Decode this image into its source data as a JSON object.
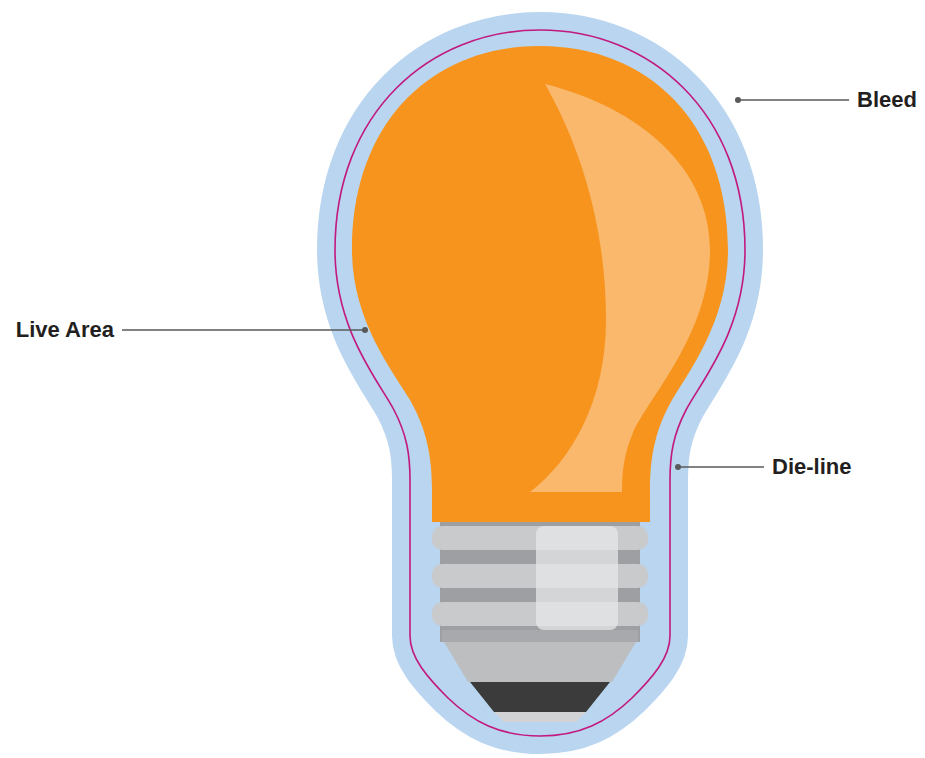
{
  "diagram": {
    "labels": [
      "Bleed",
      "Live Area",
      "Die-line"
    ]
  }
}
